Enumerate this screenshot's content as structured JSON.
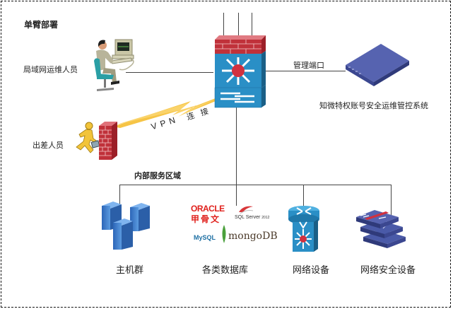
{
  "diagram": {
    "title": "单臂部署",
    "nodes": {
      "lan_ops": {
        "label": "局域网运维人员",
        "icon": "operator-workstation-icon"
      },
      "remote_staff": {
        "label": "出差人员",
        "icon": "running-person-icon"
      },
      "core_switch": {
        "label": "",
        "icon": "firewall-switch-icon"
      },
      "bastion": {
        "label": "知微特权账号安全运维管控系统",
        "icon": "appliance-icon"
      },
      "internal_zone": {
        "label": "内部服务区域"
      },
      "host_cluster": {
        "label": "主机群",
        "icon": "server-cluster-icon"
      },
      "databases": {
        "label": "各类数据库",
        "icon": "database-logos-icon",
        "logos": {
          "oracle": "ORACLE",
          "dameng": "甲骨文",
          "sqlserver": "SQL Server",
          "sqlserver_ver": "2012",
          "mysql": "MySQL",
          "mongodb": "mongoDB"
        }
      },
      "network_devices": {
        "label": "网络设备",
        "icon": "router-switch-icon"
      },
      "security_devices": {
        "label": "网络安全设备",
        "icon": "security-stack-icon"
      }
    },
    "edges": {
      "mgmt_port": {
        "label": "管理端口"
      },
      "vpn": {
        "label_latin": "V P N",
        "label_cn": "连 接"
      }
    },
    "colors": {
      "device_blue": "#2a8fc6",
      "brick_red": "#c0313a",
      "appliance_blue": "#4a5aa8",
      "vpn_yellow": "#f6c445",
      "line": "#444444"
    }
  }
}
